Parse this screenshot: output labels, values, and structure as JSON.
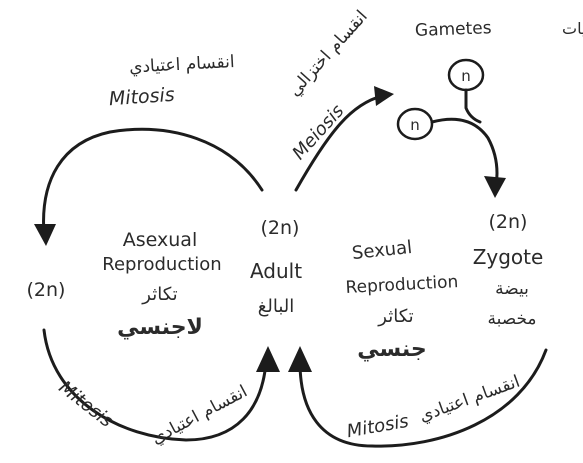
{
  "gametes": {
    "label_en": "Gametes",
    "label_ar": "كميات",
    "circle_top": "n",
    "circle_bottom": "n"
  },
  "mitosis_top": {
    "ar": "انقسام اعتيادي",
    "en": "Mitosis"
  },
  "meiosis": {
    "ar": "انقسام اختزالي",
    "en": "Meiosis"
  },
  "left_cell": {
    "ploidy": "(2n)"
  },
  "asexual": {
    "en_line1": "Asexual",
    "en_line2": "Reproduction",
    "ar_line1": "تكاثر",
    "ar_line2": "لاجنسي"
  },
  "adult": {
    "ploidy": "(2n)",
    "en": "Adult",
    "ar": "البالغ"
  },
  "sexual": {
    "en_line1": "Sexual",
    "en_line2": "Reproduction",
    "ar_line1": "تكاثر",
    "ar_line2": "جنسي"
  },
  "zygote": {
    "ploidy": "(2n)",
    "en": "Zygote",
    "ar_line1": "بيضة",
    "ar_line2": "مخصبة"
  },
  "mitosis_bottom_left": {
    "en": "Mitosis",
    "ar": "انقسام اعتيادي"
  },
  "mitosis_bottom_right": {
    "en": "Mitosis",
    "ar": "انقسام اعتيادي"
  }
}
